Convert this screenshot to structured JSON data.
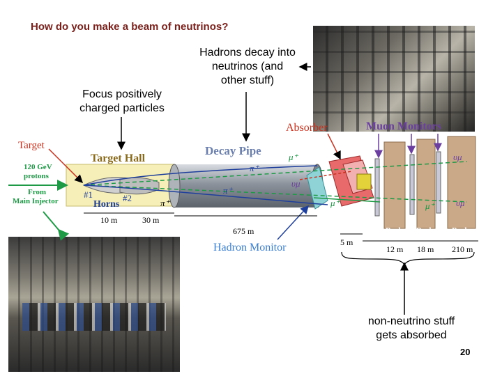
{
  "title": "How do you make a beam of neutrinos?",
  "callouts": {
    "focus": [
      "Focus positively",
      "charged particles"
    ],
    "decay": [
      "Hadrons decay into",
      "neutrinos (and",
      "other stuff)"
    ],
    "absorbed": [
      "non-neutrino stuff",
      "gets absorbed"
    ]
  },
  "diagram": {
    "target": "Target",
    "protons": [
      "120 GeV",
      "protons"
    ],
    "from_injector": [
      "From",
      "Main Injector"
    ],
    "target_hall": "Target Hall",
    "horn1": "#1",
    "horns": "Horns",
    "horn2": "#2",
    "pi_plus": "π⁺",
    "decay_pipe": "Decay Pipe",
    "mu_plus": "μ⁺",
    "nu_mu": "υμ",
    "absorber": "Absorber",
    "muon_monitors": "Muon Monitors",
    "hadron_monitor": "Hadron Monitor",
    "rock": "Rock",
    "dist_10": "10 m",
    "dist_30": "30 m",
    "dist_675": "675 m",
    "dist_5": "5 m",
    "dist_12": "12 m",
    "dist_18": "18 m",
    "dist_210": "210 m"
  },
  "colors": {
    "title": "#7a1f1a",
    "green": "#1e9a46",
    "beam_blue": "#1f3f9c",
    "pipe_gray": "#9aa0a8",
    "hall_yellow": "#f6efb8",
    "red_text": "#c8311e",
    "monitor_purple": "#6b3fa0"
  },
  "page_number": "20"
}
